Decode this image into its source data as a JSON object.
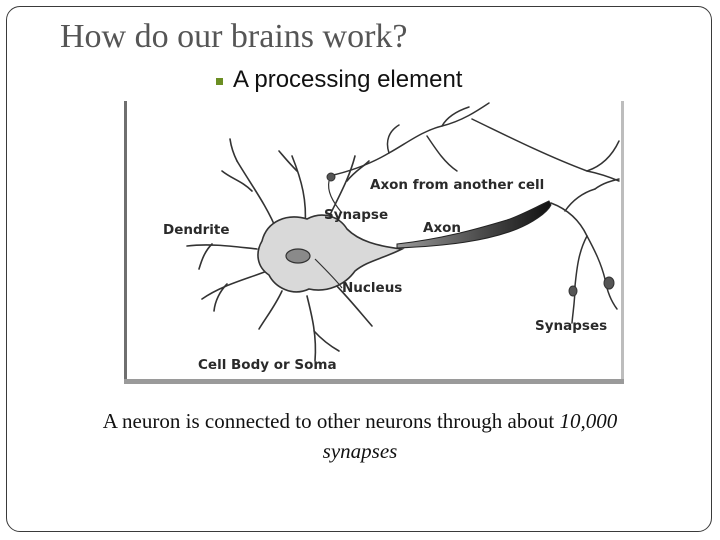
{
  "slide": {
    "title": "How do our brains work?",
    "bullet": "A processing element",
    "caption": {
      "prefix": "A neuron is connected to other neurons through about ",
      "number": "10,000",
      "suffix": "synapses"
    }
  },
  "diagram": {
    "labels": {
      "axon_other": "Axon from another cell",
      "synapse": "Synapse",
      "axon": "Axon",
      "dendrite": "Dendrite",
      "nucleus": "Nucleus",
      "synapses": "Synapses",
      "cell_body": "Cell Body or Soma"
    }
  },
  "colors": {
    "title": "#555555",
    "bullet_mark": "#6b8e23",
    "soma_fill": "#d9d9d9",
    "nucleus_fill": "#8a8a8a",
    "axon_dark": "#1a1a1a"
  }
}
